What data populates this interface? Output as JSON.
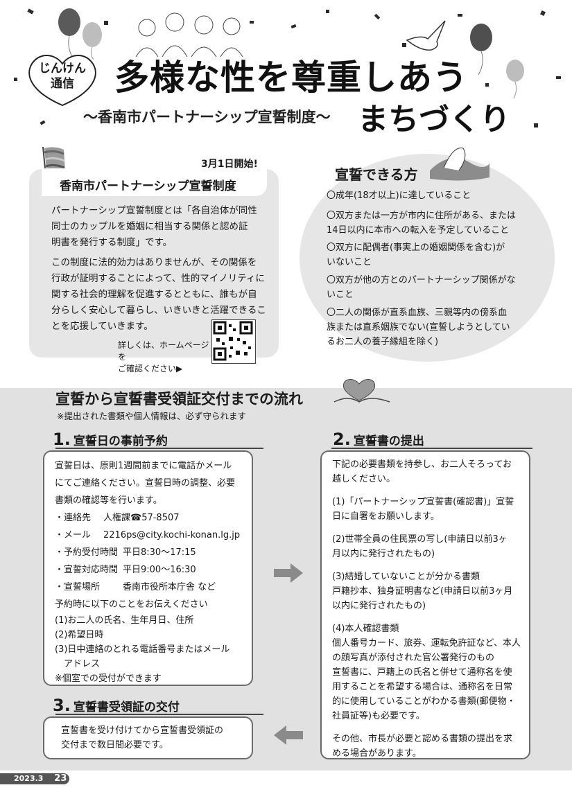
{
  "header": {
    "badge": [
      "じんけん",
      "通信"
    ],
    "title": "多様な性を尊重しあう",
    "subtitle": "〜香南市パートナーシップ宣誓制度〜",
    "title_town": "まちづくり"
  },
  "system": {
    "open_date": "3月1日開始!",
    "heading": "香南市パートナーシップ宣誓制度",
    "paragraph1": [
      "パートナーシップ宣誓制度とは「各自治体が同性",
      "同士のカップルを婚姻に相当する関係と認め証",
      "明書を発行する制度」です。"
    ],
    "paragraph2": [
      "この制度に法的効力はありませんが、その関係を",
      "行政が証明することによって、性的マイノリティに",
      "関する社会的理解を促進するとともに、誰もが自",
      "分らしく安心して暮らし、いきいきと活躍できるこ",
      "とを応援していきます。"
    ],
    "qr_note": [
      "詳しくは、ホームページを",
      "ご確認ください▶"
    ]
  },
  "eligibility": {
    "title": "宣誓できる方",
    "items": [
      [
        "〇成年(18才以上)に達していること"
      ],
      [
        "〇双方または一方が市内に住所がある、または",
        "14日以内に本市への転入を予定していること"
      ],
      [
        "〇双方に配偶者(事実上の婚姻関係を含む)が",
        "いないこと"
      ],
      [
        "〇双方が他の方とのパートナーシップ関係がな",
        "いこと"
      ],
      [
        "〇二人の関係が直系血族、三親等内の傍系血",
        "族または直系姻族でない(宣誓しようとしてい",
        "るお二人の養子縁組を除く)"
      ]
    ]
  },
  "flow": {
    "title": "宣誓から宣誓書受領証交付までの流れ",
    "note": "※提出された書類や個人情報は、必ず守られます",
    "step1": {
      "num": "1.",
      "heading": "宣誓日の事前予約",
      "intro": [
        "宣誓日は、原則1週間前までに電話かメール",
        "にてご連絡ください。宣誓日時の調整、必要",
        "書類の確認等を行います。"
      ],
      "details": [
        {
          "label": "・連絡先",
          "value": "人権課☎57-8507"
        },
        {
          "label": "・メール",
          "value": "2216ps@city.kochi-konan.lg.jp"
        },
        {
          "label": "・予約受付時間",
          "value": "平日8:30〜17:15"
        },
        {
          "label": "・宣誓対応時間",
          "value": "平日9:00〜16:30"
        },
        {
          "label": "・宣誓場所",
          "value": "香南市役所本庁舎 など"
        }
      ],
      "tell_heading": "予約時に以下のことをお伝えください",
      "tell_items": [
        "(1)お二人の氏名、生年月日、住所",
        "(2)希望日時",
        "(3)日中連絡のとれる電話番号またはメール",
        "　アドレス",
        "※個室での受付ができます"
      ]
    },
    "step2": {
      "num": "2.",
      "heading": "宣誓書の提出",
      "intro": [
        "下記の必要書類を持参し、お二人そろってお",
        "越しください。"
      ],
      "docs": [
        [
          "(1)「パートナーシップ宣誓書(確認書)」宣誓",
          "日に自署をお願いします。"
        ],
        [
          "(2)世帯全員の住民票の写し(申請日以前3ヶ",
          "月以内に発行されたもの)"
        ],
        [
          "(3)結婚していないことが分かる書類",
          "戸籍抄本、独身証明書など(申請日以前3ヶ月",
          "以内に発行されたもの)"
        ],
        [
          "(4)本人確認書類",
          "個人番号カード、旅券、運転免許証など、本人",
          "の顔写真が添付された官公署発行のもの",
          "宣誓書に、戸籍上の氏名と併せて通称名を使",
          "用することを希望する場合は、通称名を日常",
          "的に使用していることがわかる書類(郵便物・",
          "社員証等)も必要です。"
        ],
        [
          "その他、市長が必要と認める書類の提出を求",
          "める場合があります。"
        ]
      ]
    },
    "step3": {
      "num": "3.",
      "heading": "宣誓書受領証の交付",
      "body": [
        "宣誓書を受け付けてから宣誓書受領証の",
        "交付まで数日間必要です。"
      ]
    }
  },
  "footer": {
    "date": "2023.3",
    "page": "23"
  }
}
